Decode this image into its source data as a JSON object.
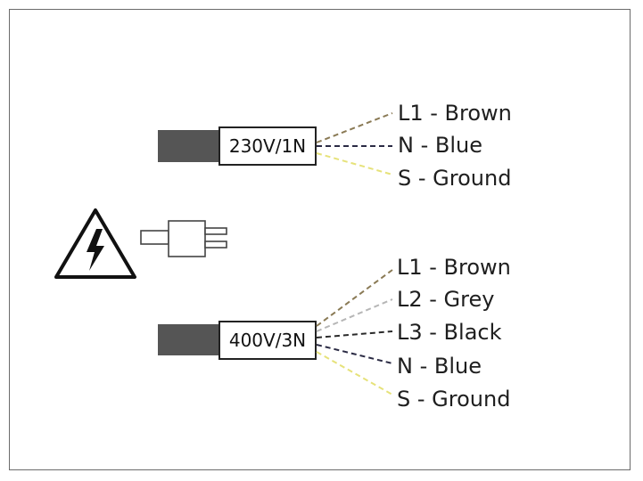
{
  "colors": {
    "cable": "#555555",
    "brown": "#8a7a55",
    "blue": "#2b2b44",
    "ground": "#e6e27a",
    "grey": "#b6b6b6",
    "black": "#2a2a2a",
    "frame": "#6b6b6b"
  },
  "icons": [
    "warning-triangle-icon",
    "plug-icon"
  ],
  "cable_top": {
    "label": "230V/1N",
    "wires": [
      {
        "label": "L1 - Brown",
        "color": "brown"
      },
      {
        "label": "N - Blue",
        "color": "blue"
      },
      {
        "label": "S - Ground",
        "color": "ground"
      }
    ]
  },
  "cable_bottom": {
    "label": "400V/3N",
    "wires": [
      {
        "label": "L1 - Brown",
        "color": "brown"
      },
      {
        "label": "L2 - Grey",
        "color": "grey"
      },
      {
        "label": "L3 - Black",
        "color": "black"
      },
      {
        "label": "N - Blue",
        "color": "blue"
      },
      {
        "label": "S - Ground",
        "color": "ground"
      }
    ]
  }
}
